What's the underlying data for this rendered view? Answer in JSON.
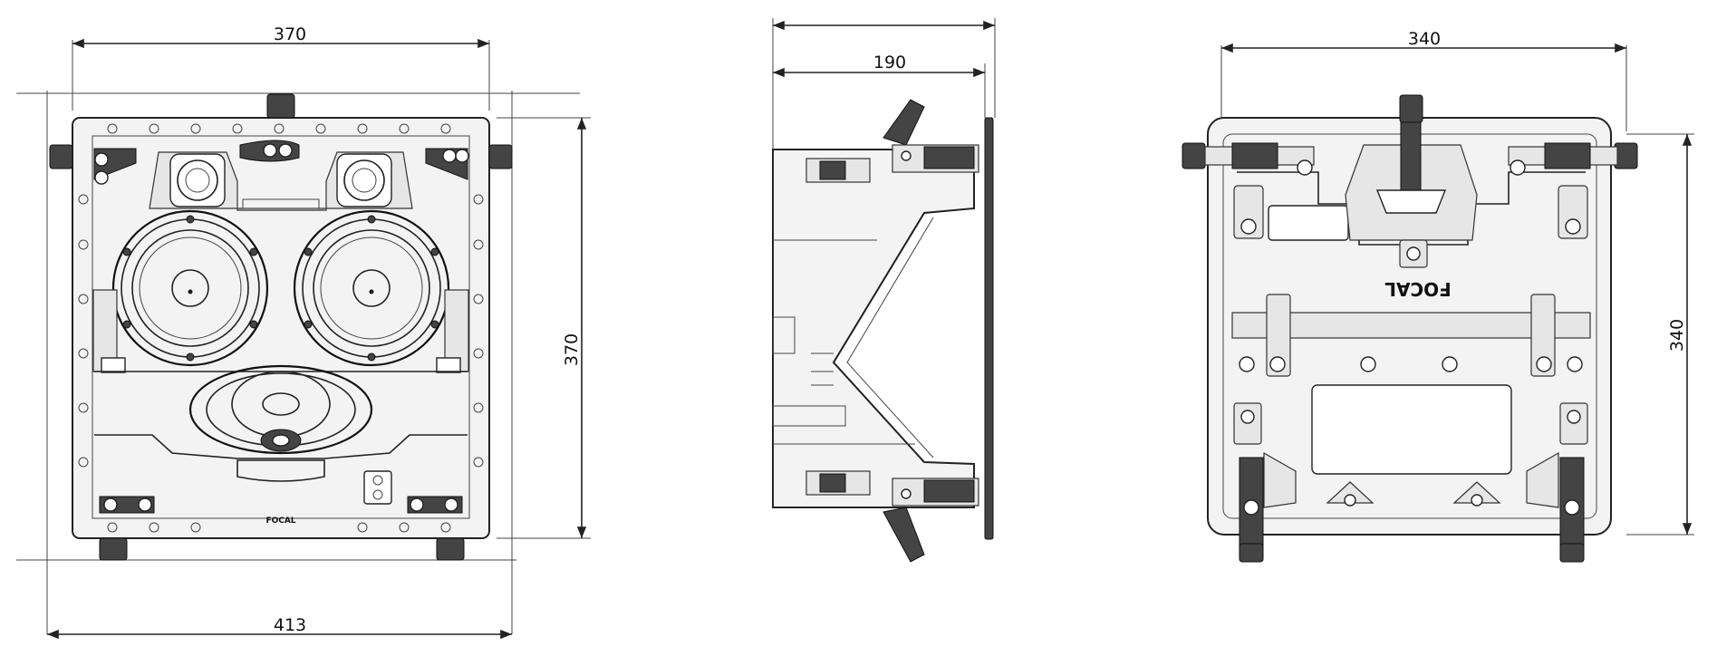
{
  "front_view": {
    "width_label": "370",
    "height_label": "370",
    "outer_width_label": "413",
    "logo_text": "FOCAL"
  },
  "side_view": {
    "depth_label": "190"
  },
  "back_view": {
    "width_label": "340",
    "height_label": "340",
    "logo_text": "FOCAL"
  }
}
